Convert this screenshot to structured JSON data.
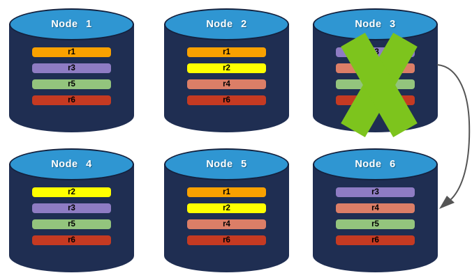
{
  "background": "#FFFFFF",
  "palette": {
    "cylinder_body": "#1F2E52",
    "cylinder_top": "#2F96D2",
    "cylinder_outline": "#14213E",
    "title_color": "#FFFFFF",
    "row_label_color": "#000000",
    "cross_color": "#7DC41D",
    "arrow_color": "#555555",
    "replica_colors": {
      "r1": "#F9A100",
      "r2": "#FFFF00",
      "r3": "#8E7CC3",
      "r4": "#DB7E67",
      "r5": "#93C47D",
      "r6": "#C53A22"
    }
  },
  "nodes": [
    {
      "label": "Node 1",
      "failed": false,
      "rows": [
        {
          "label": "r1",
          "color": "#F9A100"
        },
        {
          "label": "r3",
          "color": "#8E7CC3"
        },
        {
          "label": "r5",
          "color": "#93C47D"
        },
        {
          "label": "r6",
          "color": "#C53A22"
        }
      ]
    },
    {
      "label": "Node 2",
      "failed": false,
      "rows": [
        {
          "label": "r1",
          "color": "#F9A100"
        },
        {
          "label": "r2",
          "color": "#FFFF00"
        },
        {
          "label": "r4",
          "color": "#DB7E67"
        },
        {
          "label": "r6",
          "color": "#C53A22"
        }
      ]
    },
    {
      "label": "Node 3",
      "failed": true,
      "rows": [
        {
          "label": "r3",
          "color": "#8E7CC3"
        },
        {
          "label": "",
          "color": "#DB7E67"
        },
        {
          "label": "",
          "color": "#93C47D"
        },
        {
          "label": "",
          "color": "#C53A22"
        }
      ]
    },
    {
      "label": "Node 4",
      "failed": false,
      "rows": [
        {
          "label": "r2",
          "color": "#FFFF00"
        },
        {
          "label": "r3",
          "color": "#8E7CC3"
        },
        {
          "label": "r5",
          "color": "#93C47D"
        },
        {
          "label": "r6",
          "color": "#C53A22"
        }
      ]
    },
    {
      "label": "Node 5",
      "failed": false,
      "rows": [
        {
          "label": "r1",
          "color": "#F9A100"
        },
        {
          "label": "r2",
          "color": "#FFFF00"
        },
        {
          "label": "r4",
          "color": "#DB7E67"
        },
        {
          "label": "r6",
          "color": "#C53A22"
        }
      ]
    },
    {
      "label": "Node 6",
      "failed": false,
      "rows": [
        {
          "label": "r3",
          "color": "#8E7CC3"
        },
        {
          "label": "r4",
          "color": "#DB7E67"
        },
        {
          "label": "r5",
          "color": "#93C47D"
        },
        {
          "label": "r6",
          "color": "#C53A22"
        }
      ]
    }
  ],
  "annotations": {
    "failed_node": "Node 3",
    "arrow": {
      "from": "Node 3",
      "to": "Node 6"
    }
  }
}
